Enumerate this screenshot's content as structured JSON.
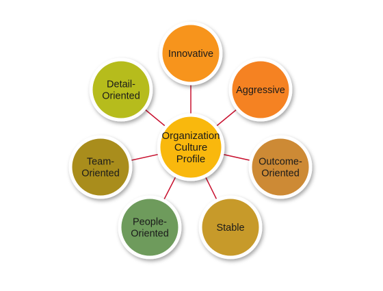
{
  "center": {
    "lines": [
      "Organization",
      "Culture",
      "Profile"
    ],
    "color": "#F9B80B"
  },
  "connector_color": "#C8102E",
  "outer_nodes": [
    {
      "id": "innovative",
      "lines": [
        "Innovative"
      ],
      "color": "#F7941D"
    },
    {
      "id": "aggressive",
      "lines": [
        "Aggressive"
      ],
      "color": "#F58220"
    },
    {
      "id": "outcome-oriented",
      "lines": [
        "Outcome-",
        "Oriented"
      ],
      "color": "#CD8A35"
    },
    {
      "id": "stable",
      "lines": [
        "Stable"
      ],
      "color": "#C79A2C"
    },
    {
      "id": "people-oriented",
      "lines": [
        "People-",
        "Oriented"
      ],
      "color": "#6E9B5B"
    },
    {
      "id": "team-oriented",
      "lines": [
        "Team-",
        "Oriented"
      ],
      "color": "#A98D1E"
    },
    {
      "id": "detail-oriented",
      "lines": [
        "Detail-",
        "Oriented"
      ],
      "color": "#B6BC1E"
    }
  ]
}
